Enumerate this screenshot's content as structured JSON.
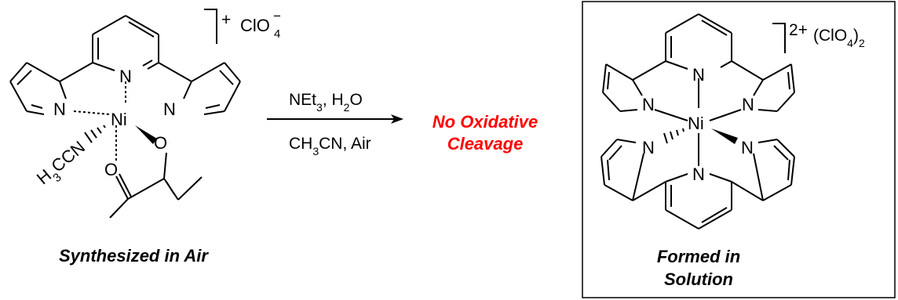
{
  "left_complex": {
    "charge_sign": "+",
    "counterion": "ClO",
    "counterion_subscript": "4",
    "counterion_superscript": "−",
    "atoms": {
      "nitrogen": "N",
      "nickel": "Ni",
      "oxygen": "O",
      "acetonitrile_H": "H",
      "acetonitrile_sub": "3",
      "acetonitrile_rest": "CCN"
    },
    "caption": "Synthesized in Air"
  },
  "reaction": {
    "conditions_top_1": "NEt",
    "conditions_top_sub": "3",
    "conditions_top_2": ", H",
    "conditions_top_sub2": "2",
    "conditions_top_3": "O",
    "conditions_bottom_1": "CH",
    "conditions_bottom_sub": "3",
    "conditions_bottom_2": "CN, Air",
    "result_line1": "No Oxidative",
    "result_line2": "Cleavage",
    "result_color": "#ff0000"
  },
  "right_complex": {
    "charge": "2+",
    "counterion_open": "(ClO",
    "counterion_subscript": "4",
    "counterion_close": ")",
    "counterion_subscript2": "2",
    "atoms": {
      "nitrogen": "N",
      "nickel": "Ni"
    },
    "caption_line1": "Formed in",
    "caption_line2": "Solution"
  }
}
